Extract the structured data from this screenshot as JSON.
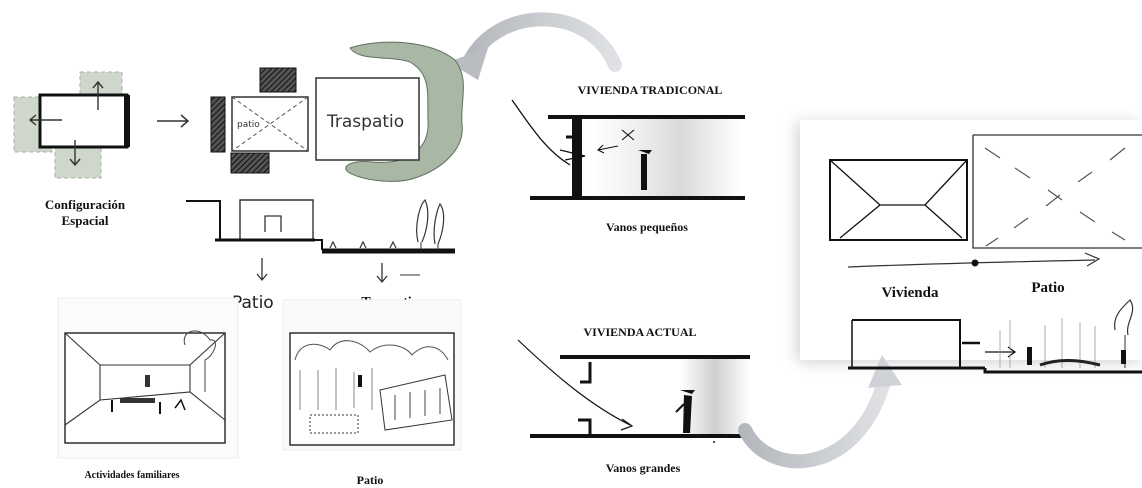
{
  "configuracion": {
    "label_line1": "Configuración",
    "label_line2": "Espacial"
  },
  "plan": {
    "patio_text": "patio",
    "traspatio_text": "Traspatio"
  },
  "section_left": {
    "patio_hand": "Patio",
    "traspatio_label": "Traspatio"
  },
  "sketches": {
    "familiares_caption": "Actividades familiares",
    "patio_caption": "Patio"
  },
  "vivienda_tradicional": {
    "title": "VIVIENDA TRADICONAL",
    "caption": "Vanos pequeños"
  },
  "vivienda_actual": {
    "title": "VIVIENDA ACTUAL",
    "caption": "Vanos grandes"
  },
  "right_panel": {
    "vivienda_label": "Vivienda",
    "patio_label": "Patio"
  },
  "colors": {
    "green": "#a9b8a4",
    "dark_green": "#4f6e57",
    "arrow_gray": "#c9ccd0",
    "ink": "#111111"
  }
}
